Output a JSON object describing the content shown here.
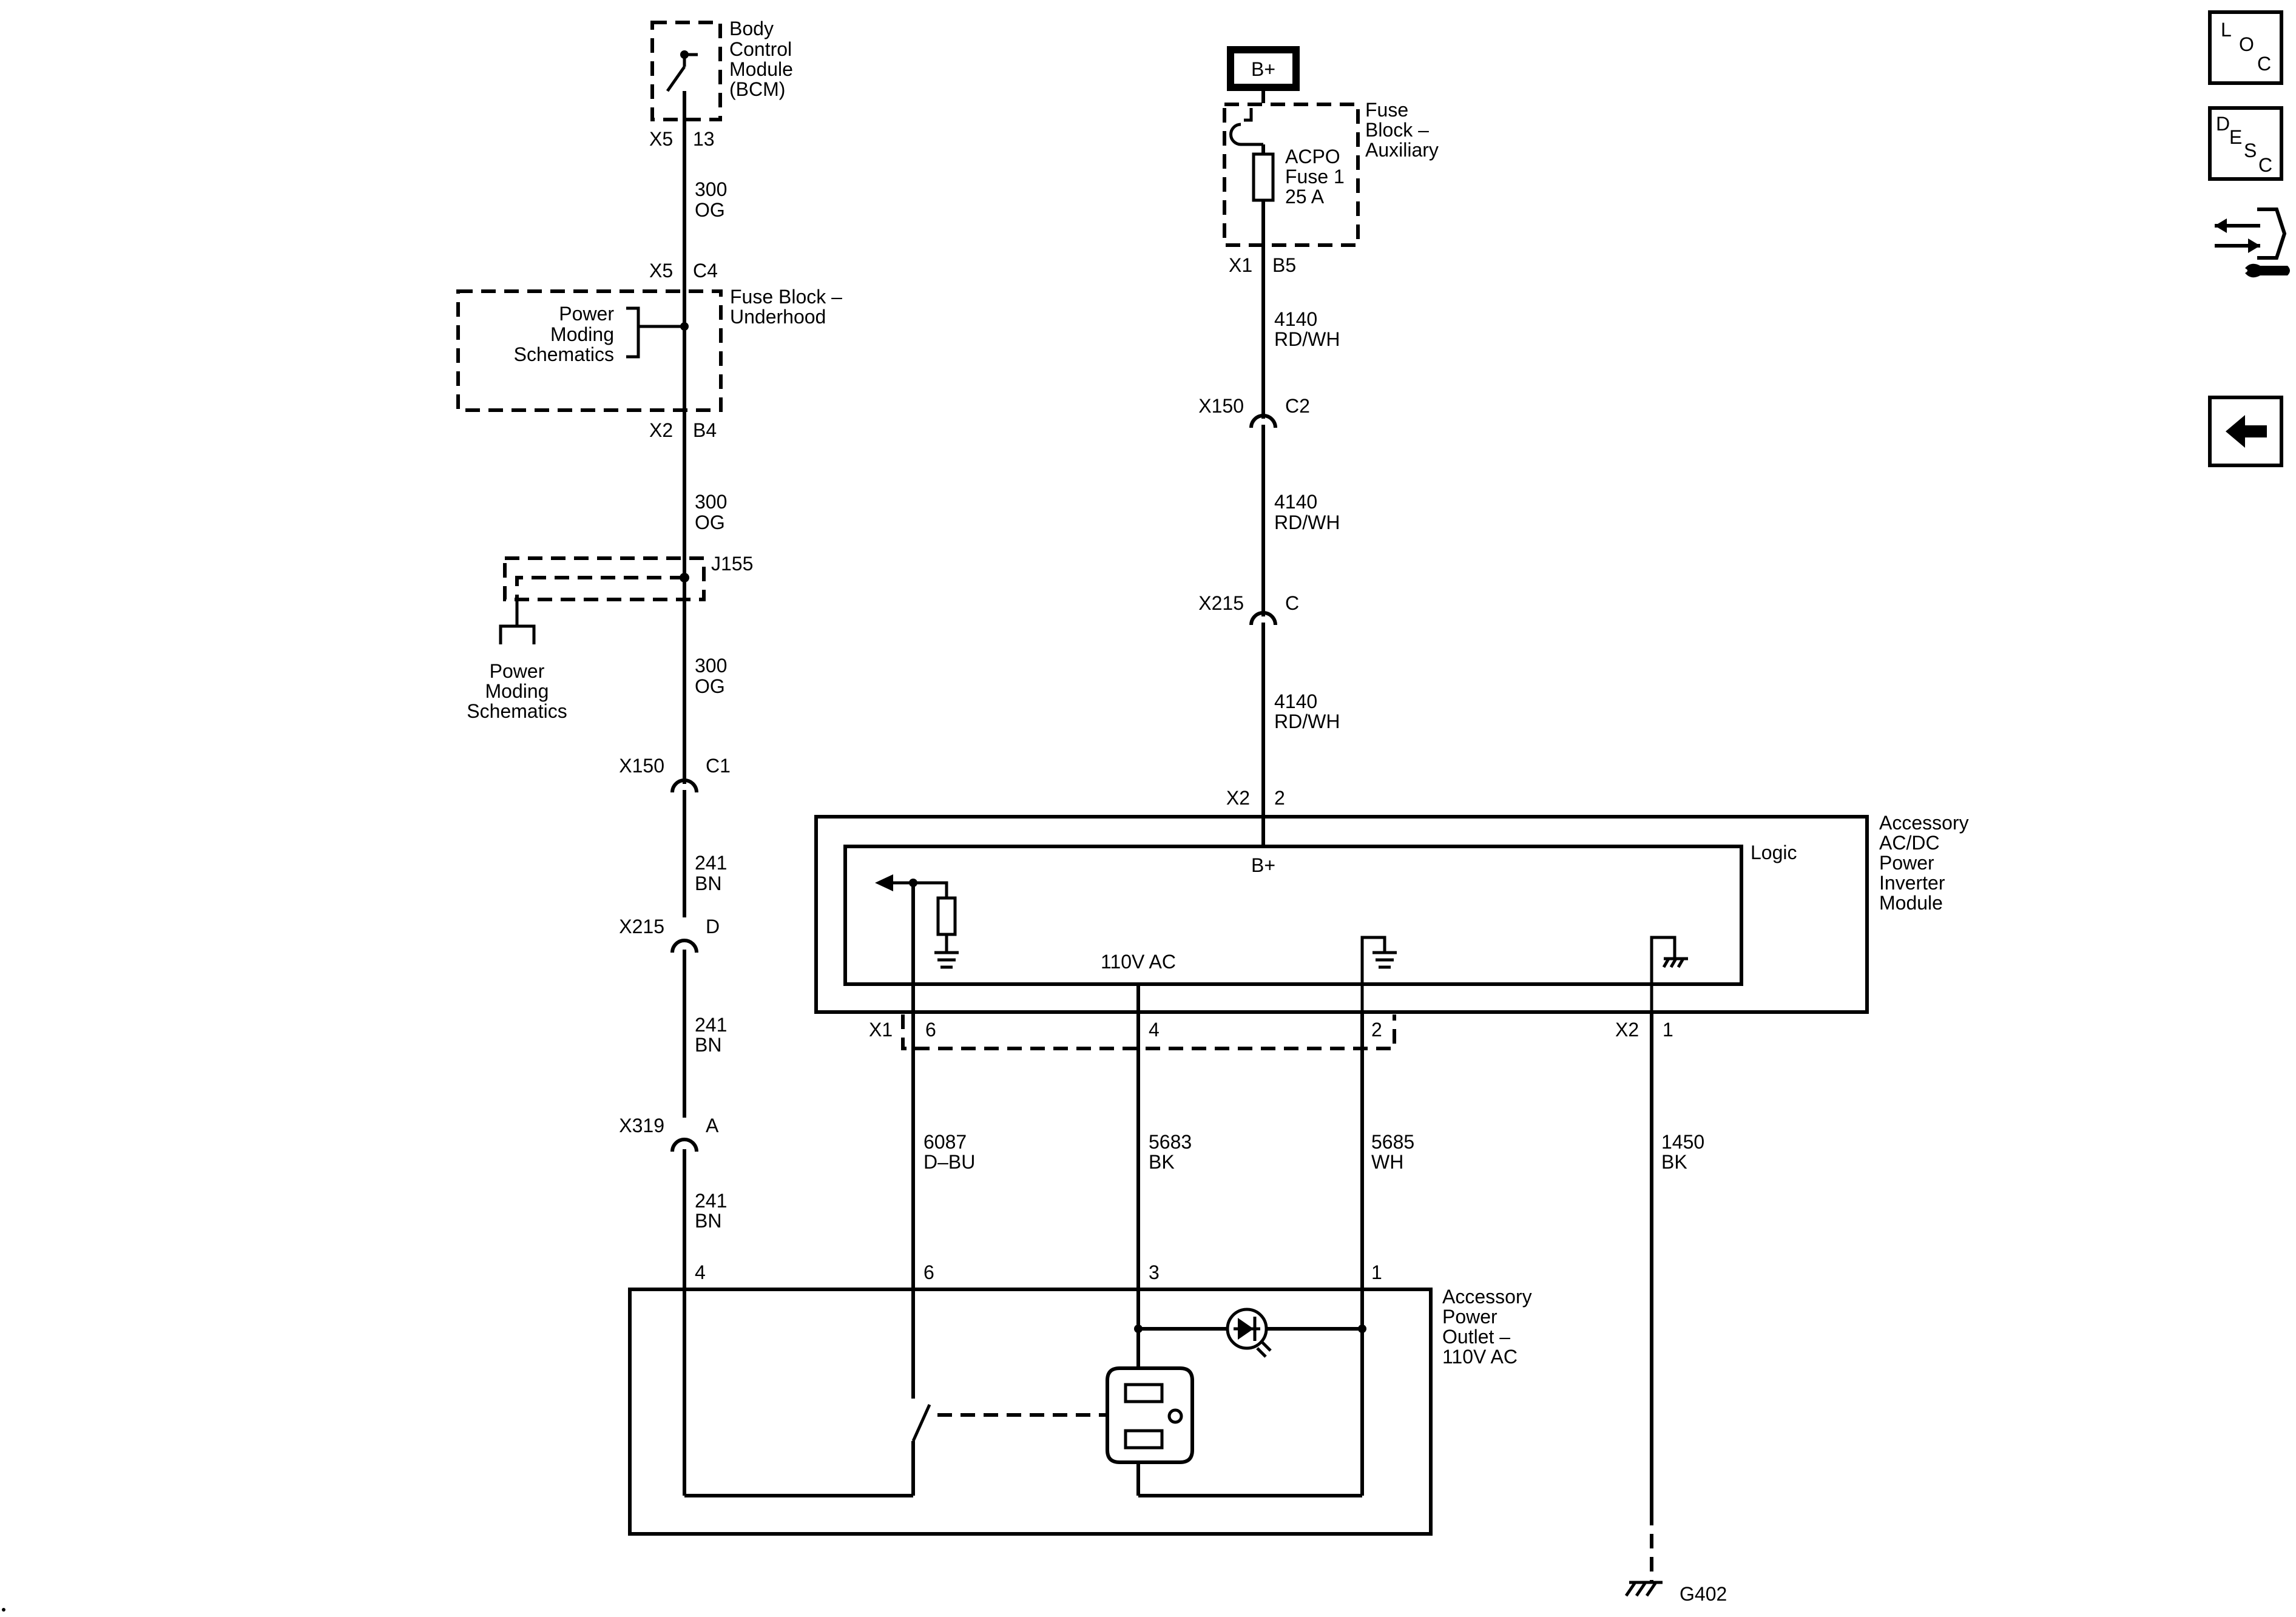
{
  "bcm": {
    "name": [
      "Body",
      "Control",
      "Module",
      "(BCM)"
    ],
    "conn": "X5",
    "pin": "13"
  },
  "wire_300_og_1": {
    "circuit": "300",
    "color": "OG"
  },
  "fuse_underhood": {
    "conn_top": "X5",
    "pin_top": "C4",
    "name": [
      "Fuse Block –",
      "Underhood"
    ],
    "conn_bottom": "X2",
    "pin_bottom": "B4",
    "ref": [
      "Power",
      "Moding",
      "Schematics"
    ]
  },
  "wire_300_og_2": {
    "circuit": "300",
    "color": "OG"
  },
  "j155": {
    "label": "J155",
    "ref": [
      "Power",
      "Moding",
      "Schematics"
    ]
  },
  "wire_300_og_3": {
    "circuit": "300",
    "color": "OG"
  },
  "x150_c1": {
    "conn": "X150",
    "pin": "C1"
  },
  "wire_241_bn_1": {
    "circuit": "241",
    "color": "BN"
  },
  "x215_d": {
    "conn": "X215",
    "pin": "D"
  },
  "wire_241_bn_2": {
    "circuit": "241",
    "color": "BN"
  },
  "x319_a": {
    "conn": "X319",
    "pin": "A"
  },
  "wire_241_bn_3": {
    "circuit": "241",
    "color": "BN"
  },
  "bplus": {
    "label": "B+"
  },
  "fuse_aux": {
    "name": [
      "Fuse",
      "Block –",
      "Auxiliary"
    ],
    "fuse": [
      "ACPO",
      "Fuse 1",
      "25 A"
    ],
    "conn": "X1",
    "pin": "B5"
  },
  "wire_4140_1": {
    "circuit": "4140",
    "color": "RD/WH"
  },
  "x150_c2": {
    "conn": "X150",
    "pin": "C2"
  },
  "wire_4140_2": {
    "circuit": "4140",
    "color": "RD/WH"
  },
  "x215_c": {
    "conn": "X215",
    "pin": "C"
  },
  "wire_4140_3": {
    "circuit": "4140",
    "color": "RD/WH"
  },
  "inverter": {
    "conn_top": "X2",
    "pin_top": "2",
    "name": [
      "Accessory",
      "AC/DC",
      "Power",
      "Inverter",
      "Module"
    ],
    "logic": "Logic",
    "bplus": "B+",
    "ac": "110V AC",
    "x1": "X1",
    "x1_pins": [
      "6",
      "4",
      "2"
    ],
    "x2": "X2",
    "x2_pin": "1"
  },
  "wire_6087": {
    "circuit": "6087",
    "color": "D–BU"
  },
  "wire_5683": {
    "circuit": "5683",
    "color": "BK"
  },
  "wire_5685": {
    "circuit": "5685",
    "color": "WH"
  },
  "wire_1450": {
    "circuit": "1450",
    "color": "BK"
  },
  "outlet": {
    "name": [
      "Accessory",
      "Power",
      "Outlet –",
      "110V AC"
    ],
    "pins": [
      "4",
      "6",
      "3",
      "1"
    ]
  },
  "ground": {
    "label": "G402"
  },
  "nav": {
    "loc": [
      "L",
      "O",
      "C"
    ],
    "desc": [
      "D",
      "E",
      "S",
      "C"
    ]
  }
}
